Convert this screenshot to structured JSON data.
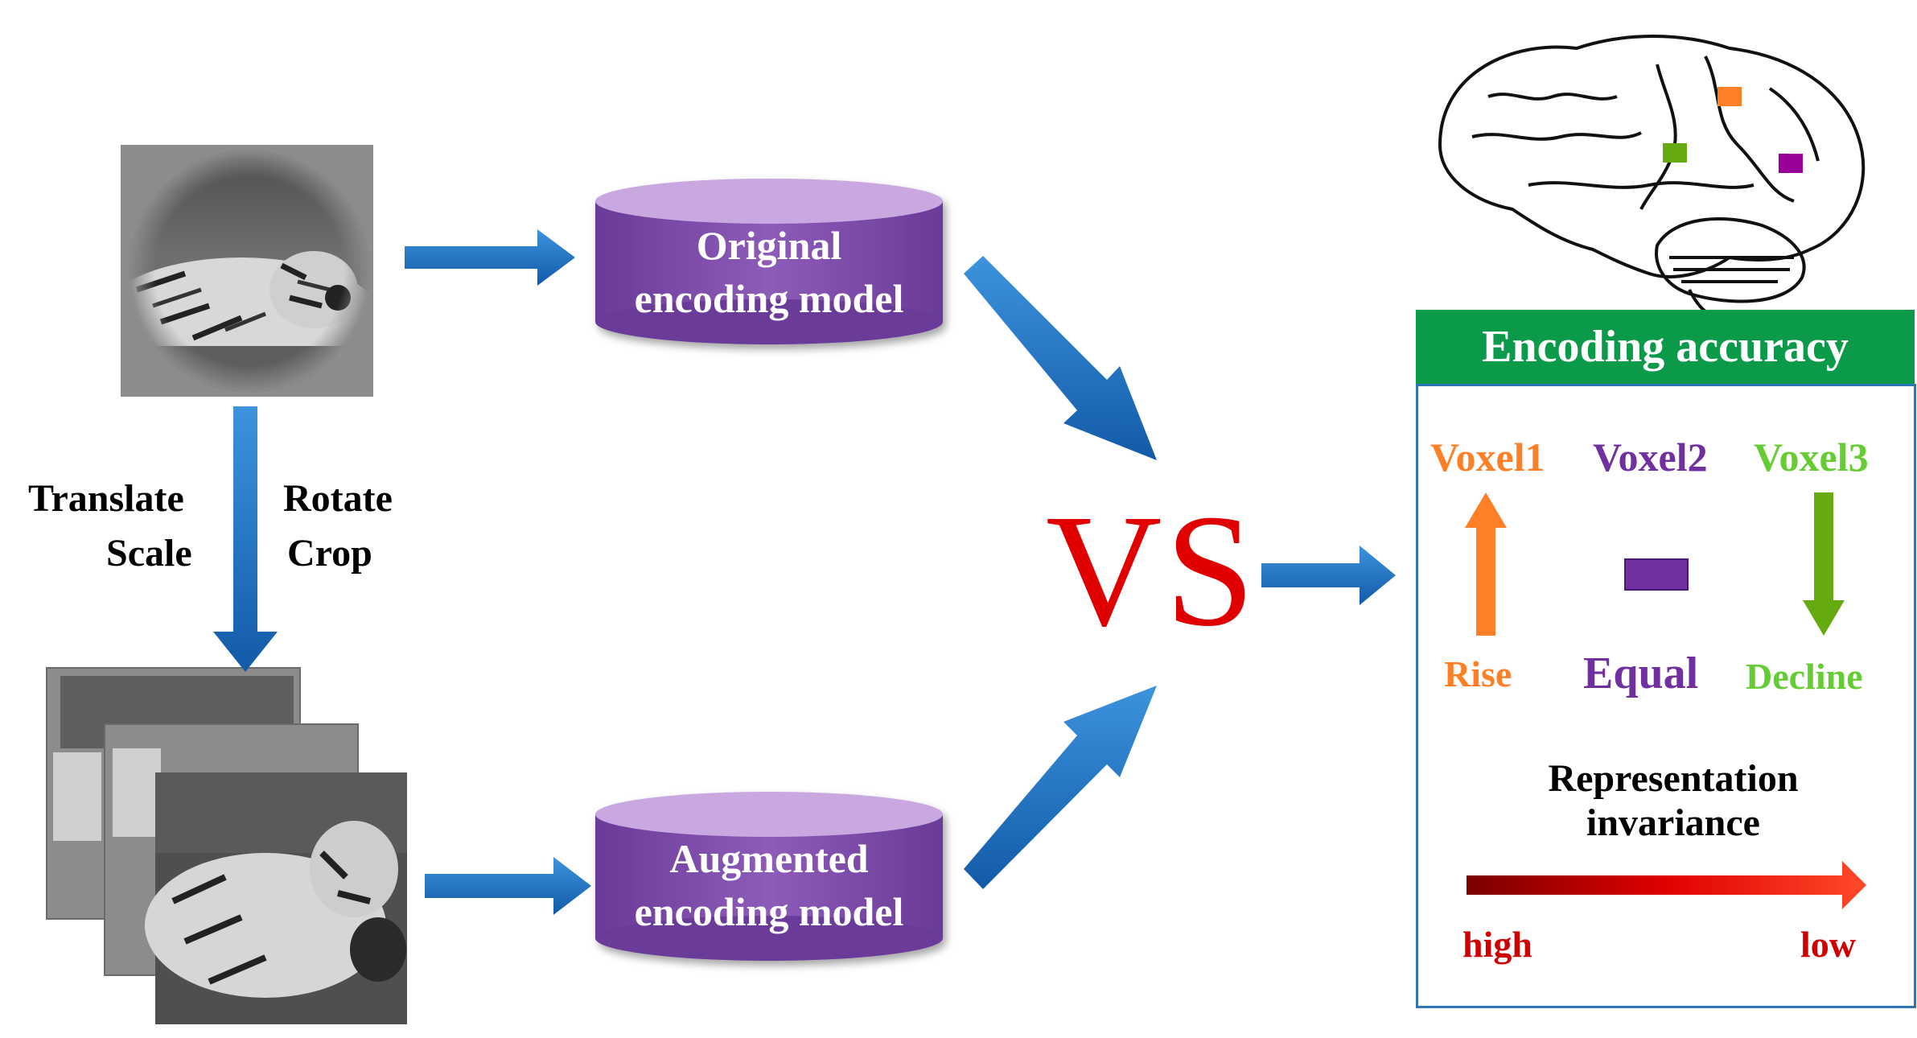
{
  "transforms": {
    "translate": "Translate",
    "scale": "Scale",
    "rotate": "Rotate",
    "crop": "Crop"
  },
  "models": {
    "original": [
      "Original",
      "encoding model"
    ],
    "augmented": [
      "Augmented",
      "encoding model"
    ]
  },
  "comparison_label": "VS",
  "accuracy_panel": {
    "title": "Encoding accuracy",
    "voxels": [
      {
        "name": "Voxel1",
        "trend": "Rise",
        "color": "#ff7f27"
      },
      {
        "name": "Voxel2",
        "trend": "Equal",
        "color": "#7030a0"
      },
      {
        "name": "Voxel3",
        "trend": "Decline",
        "color": "#66cc33"
      }
    ],
    "invariance_title": [
      "Representation",
      "invariance"
    ],
    "scale_low_end": "high",
    "scale_high_end": "low"
  },
  "brain_markers": [
    {
      "color": "#ff7f27"
    },
    {
      "color": "#66aa11"
    },
    {
      "color": "#990099"
    }
  ],
  "colors": {
    "arrow_blue": "#1f6fc0",
    "cylinder_purple": "#7f4ea8",
    "cylinder_top": "#c9a7e0",
    "vs_red": "#e00000",
    "header_green": "#0b9a4a",
    "box_border": "#2e75b6"
  }
}
